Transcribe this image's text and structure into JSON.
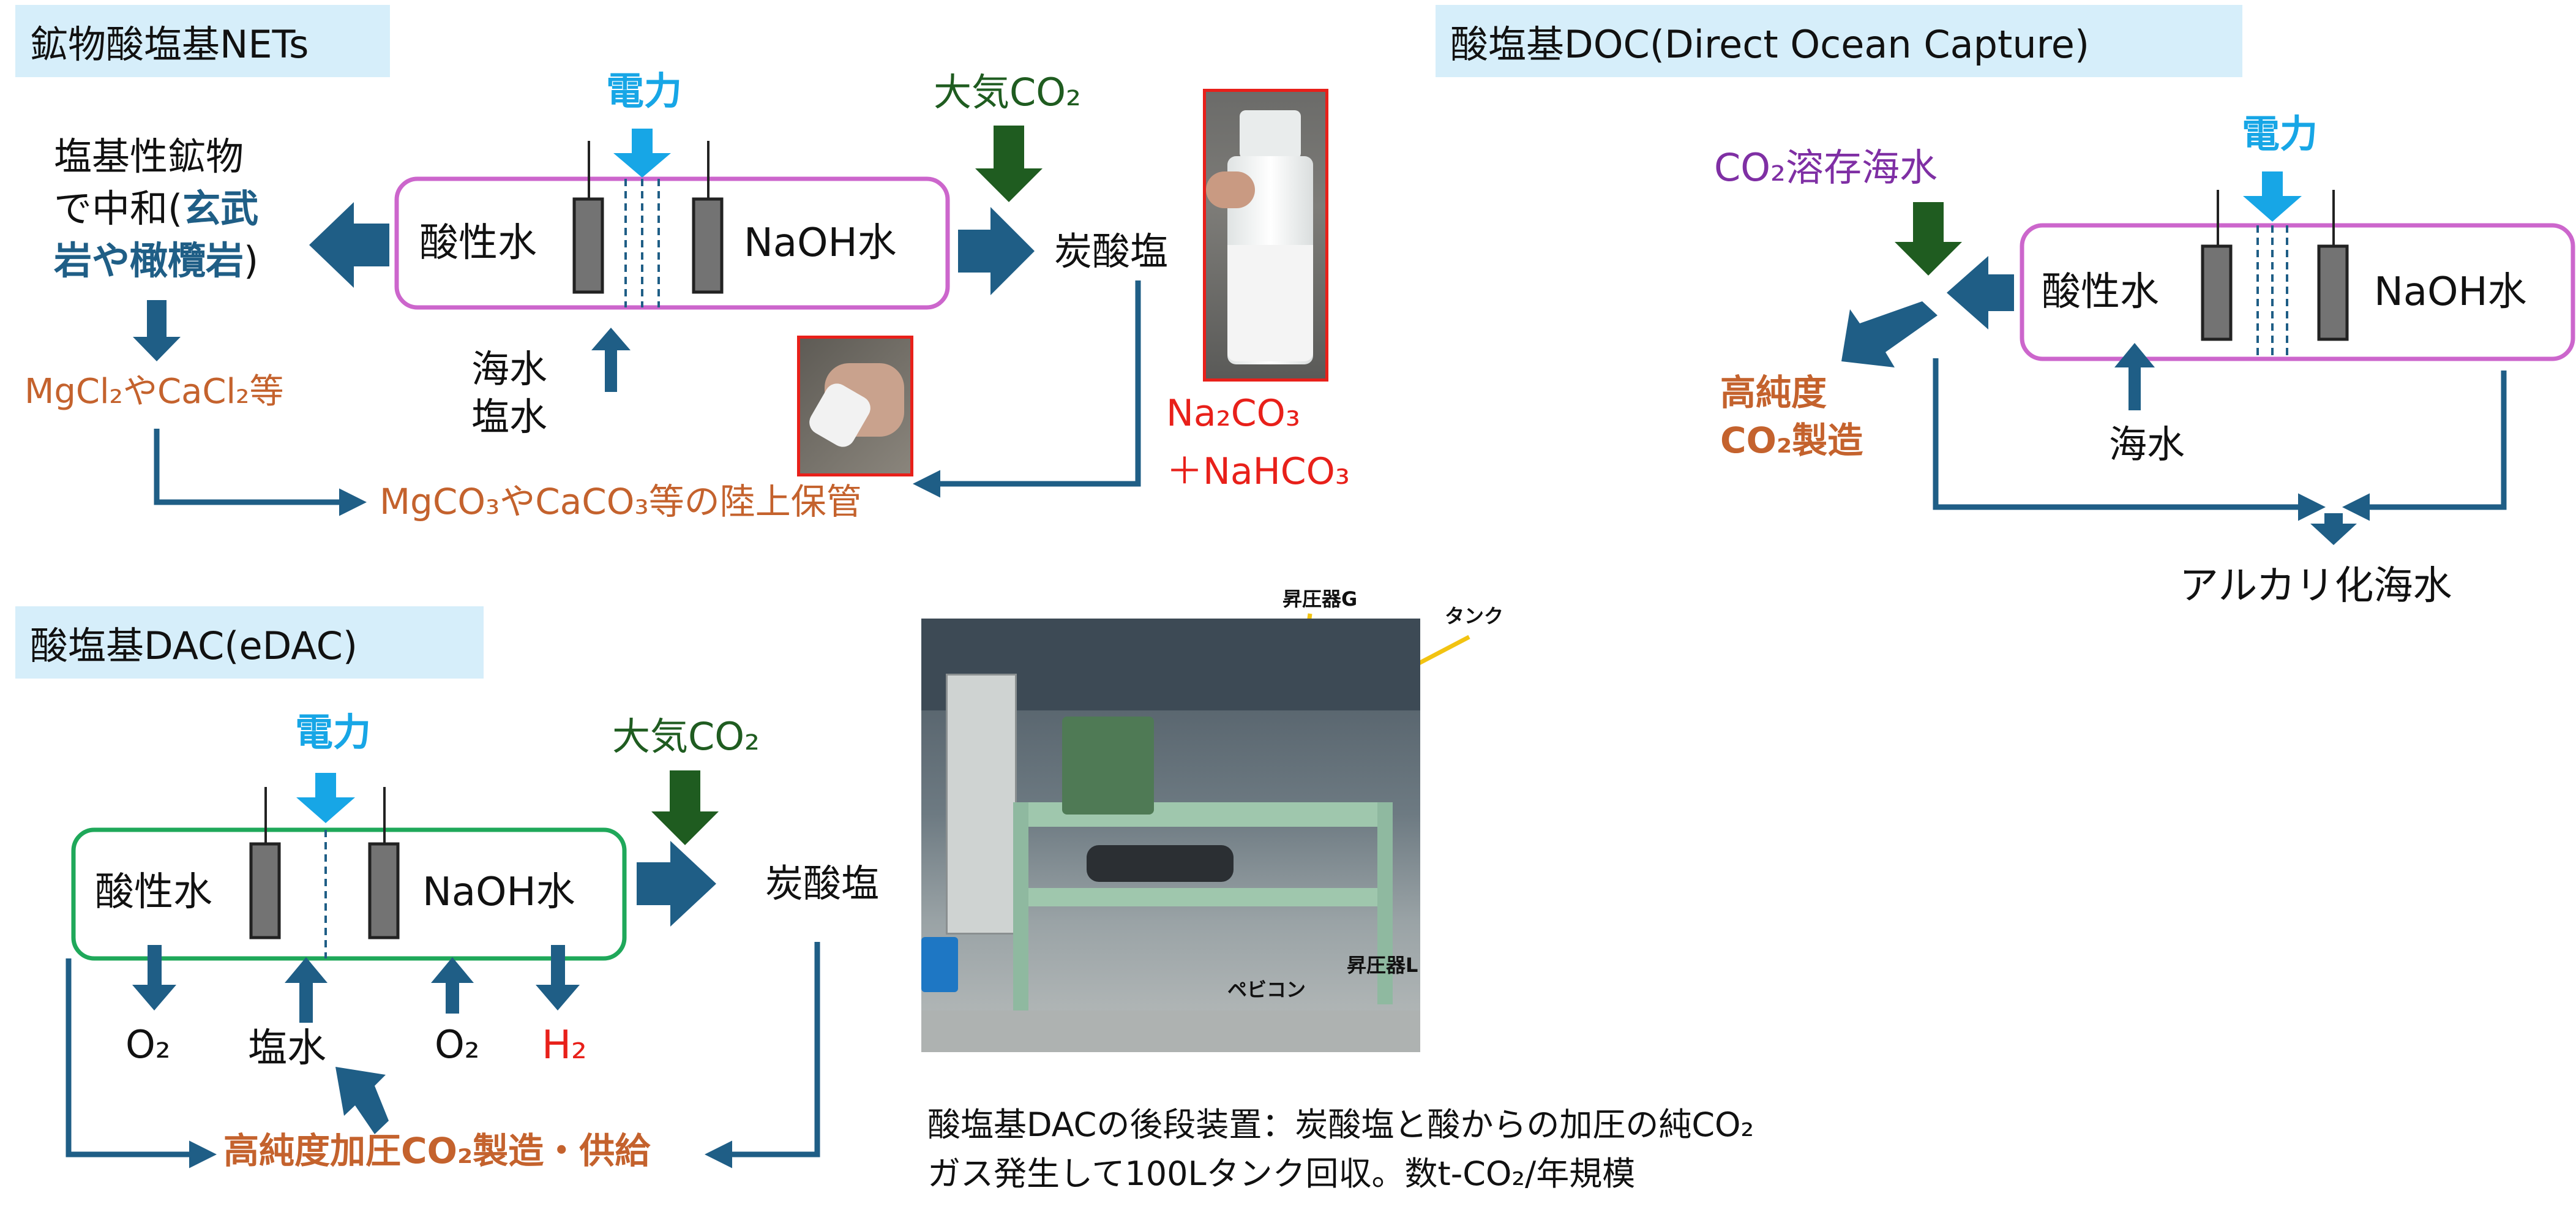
{
  "sections": {
    "minerals": {
      "title": "鉱物酸塩基NETs",
      "power": "電力",
      "acid_water": "酸性水",
      "naoh_water": "NaOH水",
      "neutralize_line1": "塩基性鉱物",
      "neutralize_line2a": "で中和(",
      "neutralize_line2b": "玄武",
      "neutralize_line3a": "岩や橄欖岩",
      "neutralize_line3b": ")",
      "chlorides": "MgCl₂やCaCl₂等",
      "seawater_line1": "海水",
      "seawater_line2": "塩水",
      "atm_co2": "大気CO₂",
      "carbonate": "炭酸塩",
      "na2co3_line1": "Na₂CO₃",
      "na2co3_line2": "＋NaHCO₃",
      "storage": "MgCO₃やCaCO₃等の陸上保管"
    },
    "doc": {
      "title": "酸塩基DOC(Direct Ocean Capture)",
      "power": "電力",
      "co2_seawater": "CO₂溶存海水",
      "high_purity_line1": "高純度",
      "high_purity_line2": "CO₂製造",
      "acid_water": "酸性水",
      "naoh_water": "NaOH水",
      "seawater": "海水",
      "alkaline_seawater": "アルカリ化海水"
    },
    "edac": {
      "title": "酸塩基DAC(eDAC)",
      "power": "電力",
      "atm_co2": "大気CO₂",
      "acid_water": "酸性水",
      "naoh_water": "NaOH水",
      "carbonate": "炭酸塩",
      "o2_left": "O₂",
      "brine": "塩水",
      "o2_right": "O₂",
      "h2": "H₂",
      "supply": "高純度加圧CO₂製造・供給"
    },
    "photo": {
      "label_booster_g": "昇圧器G",
      "label_tank": "タンク",
      "label_pebicon": "ペビコン",
      "label_booster_l": "昇圧器L",
      "caption_line1": "酸塩基DACの後段装置：炭酸塩と酸からの加圧の純CO₂",
      "caption_line2": "ガス発生して100Lタンク回収。数t-CO₂/年規模"
    }
  },
  "colors": {
    "arrow_navy": "#1f5e86",
    "power_blue": "#17a6e6",
    "co2_green": "#1f5c20",
    "cell_magenta": "#cc66cc",
    "cell_green": "#1fa85a",
    "banner_bg": "#d6eefa",
    "orange_text": "#c4622d",
    "red_text": "#e8201a",
    "purple_text": "#7f2fa4"
  }
}
